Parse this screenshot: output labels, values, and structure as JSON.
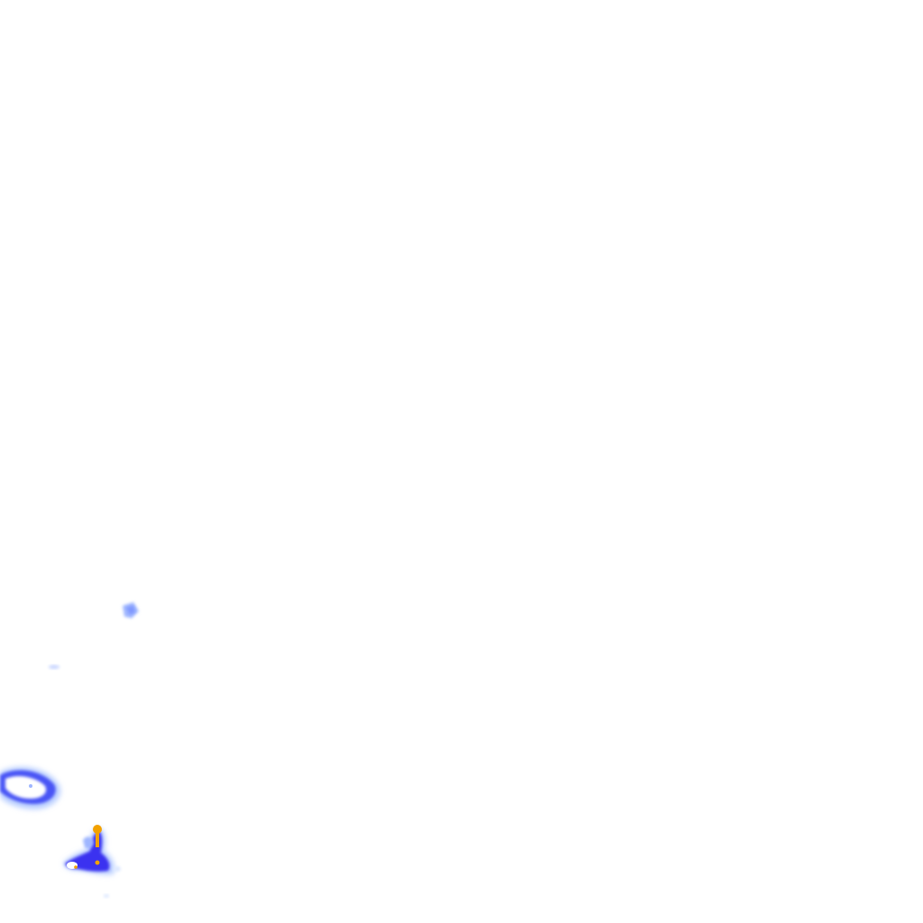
{
  "map": {
    "background_color": "#ffffff",
    "legend_colors": {
      "very_light": "#dde8ff",
      "light": "#9fb6ff",
      "medium": "#5a6bff",
      "heavy": "#2a20e8",
      "intense": "#f2a100"
    },
    "cells": [
      {
        "name": "precip-cell-small-north",
        "intensity": "light"
      },
      {
        "name": "precip-cell-speck-west",
        "intensity": "very_light"
      },
      {
        "name": "precip-cell-ring-southwest",
        "intensity": "heavy"
      },
      {
        "name": "precip-cell-cluster-south",
        "intensity": "intense"
      }
    ]
  }
}
